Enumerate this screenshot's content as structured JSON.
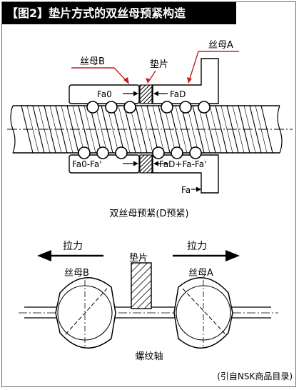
{
  "title": "【图2】垫片方式的双丝母预紧构造",
  "diagram1": {
    "label_nut_b": "丝母B",
    "label_spacer": "垫片",
    "label_nut_a": "丝母A",
    "force_upper_left": "Fa0",
    "force_upper_right": "FaD",
    "force_lower_left": "Fa0-Fa'",
    "force_lower_right": "FaD+Fa-Fa'",
    "force_external": "Fa",
    "caption": "双丝母预紧(D预紧)"
  },
  "diagram2": {
    "label_pull_left": "拉力",
    "label_pull_right": "拉力",
    "label_spacer": "垫片",
    "label_nut_b": "丝母B",
    "label_nut_a": "丝母A",
    "caption": "螺纹轴"
  },
  "source_note": "(引自NSK商品目录)",
  "colors": {
    "leader_red": "#c81e1e",
    "title_bg": "#000000"
  }
}
